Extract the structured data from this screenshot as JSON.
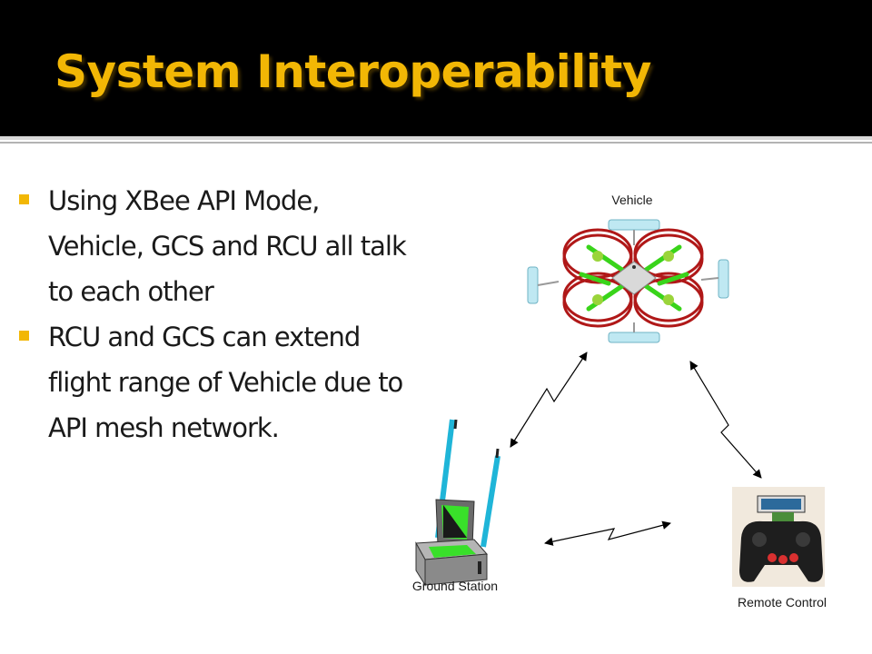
{
  "slide": {
    "title": "System Interoperability",
    "bullets": [
      "Using XBee API Mode, Vehicle, GCS and RCU all talk to each other",
      "RCU and GCS can extend flight range of Vehicle due to API mesh network."
    ]
  },
  "diagram": {
    "labels": {
      "vehicle": "Vehicle",
      "ground_station": "Ground Station",
      "remote_control": "Remote Control"
    }
  },
  "colors": {
    "header_bg": "#000000",
    "title": "#f2b705",
    "bullet": "#f2b705",
    "rotor_red": "#b01818",
    "frame_green": "#39d41a",
    "tube_cyan": "#1fb5d8"
  }
}
